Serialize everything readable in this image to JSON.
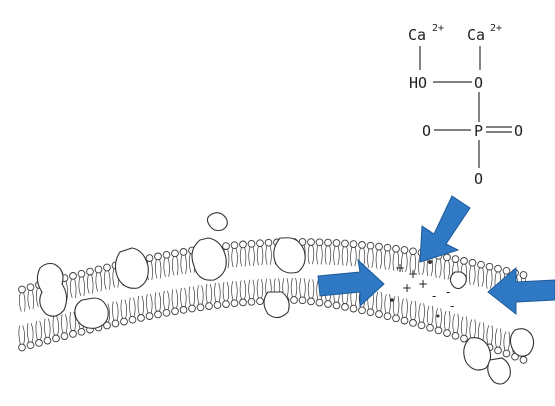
{
  "molecule": {
    "ca_left": "Ca",
    "ca_left_charge": "2+",
    "ca_right": "Ca",
    "ca_right_charge": "2+",
    "ho": "HO",
    "o_top": "O",
    "o_left": "O",
    "p": "P",
    "o_right": "O",
    "o_bottom": "O"
  },
  "colors": {
    "arrow": "#2f78c4",
    "line": "#333333",
    "lipid_head_accent": "#8fbf5a"
  },
  "icons": [
    "arrow-down-left-icon",
    "arrow-right-icon",
    "arrow-left-icon"
  ]
}
